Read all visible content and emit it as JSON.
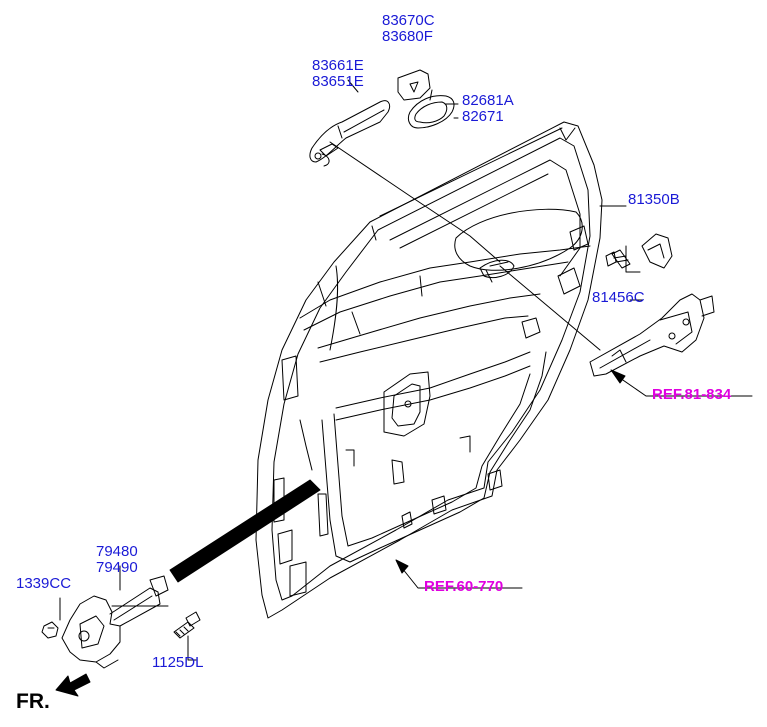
{
  "labels": {
    "p83670": [
      "83670C",
      "83680F"
    ],
    "p83661": [
      "83661E",
      "83651E"
    ],
    "p82681": [
      "82681A",
      "82671"
    ],
    "p81350": "81350B",
    "p81456": "81456C",
    "ref81": "REF.81-834",
    "ref60": "REF.60-770",
    "p79480": [
      "79480",
      "79490"
    ],
    "p1339": "1339CC",
    "p1125": "1125DL",
    "direction": "FR."
  },
  "colors": {
    "part_number": "#1a1ad6",
    "reference": "#e000e0",
    "linework": "#000000"
  }
}
